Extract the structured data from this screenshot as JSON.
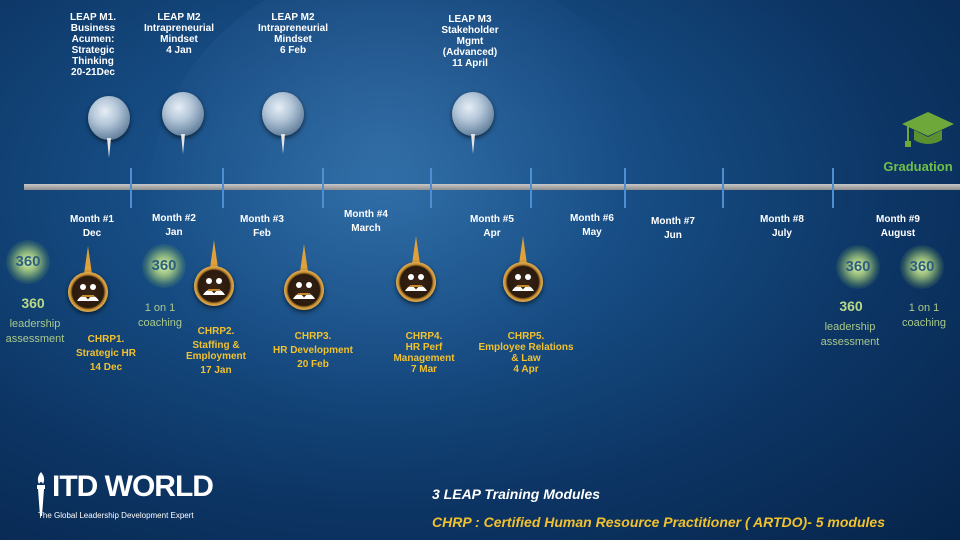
{
  "leap_modules": [
    {
      "title": "LEAP M1.",
      "subtitle": "Business Acumen: Strategic Thinking",
      "date": "20-21Dec"
    },
    {
      "title": "LEAP M2",
      "subtitle": "Intrapreneurial Mindset",
      "date": "4 Jan"
    },
    {
      "title": "LEAP M2",
      "subtitle": "Intrapreneurial Mindset",
      "date": "6 Feb"
    },
    {
      "title": "LEAP M3",
      "subtitle": "Stakeholder Mgmt (Advanced)",
      "date": "11 April"
    }
  ],
  "months": [
    {
      "label": "Month #1",
      "name": "Dec"
    },
    {
      "label": "Month #2",
      "name": "Jan"
    },
    {
      "label": "Month #3",
      "name": "Feb"
    },
    {
      "label": "Month #4",
      "name": "March"
    },
    {
      "label": "Month #5",
      "name": "Apr"
    },
    {
      "label": "Month #6",
      "name": "May"
    },
    {
      "label": "Month #7",
      "name": "Jun"
    },
    {
      "label": "Month #8",
      "name": "July"
    },
    {
      "label": "Month #9",
      "name": "August"
    }
  ],
  "chrp_modules": [
    {
      "title": "CHRP1.",
      "subtitle": "Strategic HR",
      "date": "14 Dec"
    },
    {
      "title": "CHRP2.",
      "subtitle": "Staffing & Employment",
      "date": "17 Jan"
    },
    {
      "title": "CHRP3.",
      "subtitle": "HR Development",
      "date": "20 Feb"
    },
    {
      "title": "CHRP4.",
      "subtitle": "HR Perf Management",
      "date": "7 Mar"
    },
    {
      "title": "CHRP5.",
      "subtitle": "Employee Relations & Law",
      "date": "4 Apr"
    }
  ],
  "assessments": {
    "badge": "360",
    "start_title": "360",
    "start_label": "leadership assessment",
    "coaching_label": "1 on 1 coaching",
    "end_title": "360",
    "end_label": "leadership assessment",
    "end_coaching_label": "1 on 1 coaching"
  },
  "graduation": "Graduation",
  "logo": {
    "name": "ITD WORLD",
    "tagline": "The Global Leadership Development Expert"
  },
  "footer": {
    "leap": "3 LEAP Training Modules",
    "chrp": "CHRP : Certified Human Resource Practitioner ( ARTDO)- 5 modules"
  },
  "colors": {
    "gold": "#f2c12e",
    "sage": "#b8d98a",
    "green": "#6fa83a",
    "background": "#0c3463"
  }
}
